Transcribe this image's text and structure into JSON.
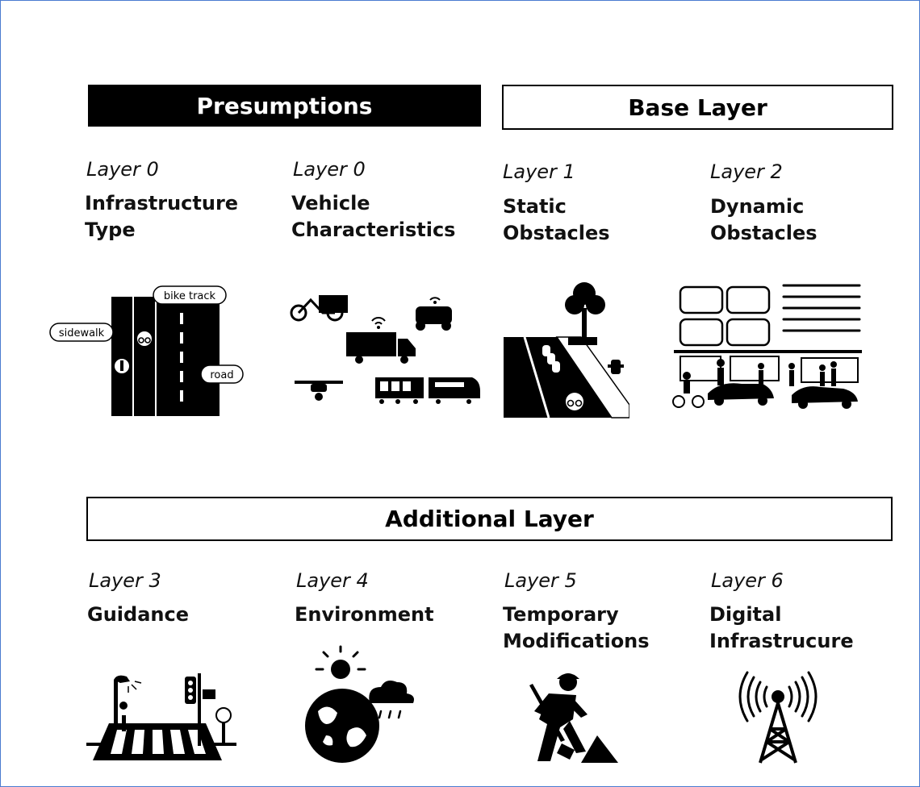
{
  "sections": {
    "presumptions": "Presumptions",
    "base_layer": "Base Layer",
    "additional_layer": "Additional Layer"
  },
  "layers": [
    {
      "label": "Layer 0",
      "title_lines": [
        "Infrastructure",
        "Type"
      ],
      "icon": "road-lanes-icon"
    },
    {
      "label": "Layer 0",
      "title_lines": [
        "Vehicle",
        "Characteristics"
      ],
      "icon": "vehicles-icon"
    },
    {
      "label": "Layer 1",
      "title_lines": [
        "Static",
        "Obstacles"
      ],
      "icon": "static-obstacles-icon"
    },
    {
      "label": "Layer 2",
      "title_lines": [
        "Dynamic",
        "Obstacles"
      ],
      "icon": "dynamic-obstacles-icon"
    },
    {
      "label": "Layer 3",
      "title_lines": [
        "Guidance"
      ],
      "icon": "guidance-icon"
    },
    {
      "label": "Layer 4",
      "title_lines": [
        "Environment"
      ],
      "icon": "environment-icon"
    },
    {
      "label": "Layer 5",
      "title_lines": [
        "Temporary",
        "Modifications"
      ],
      "icon": "construction-worker-icon"
    },
    {
      "label": "Layer 6",
      "title_lines": [
        "Digital",
        "Infrastrucure"
      ],
      "icon": "radio-tower-icon"
    }
  ],
  "road_callouts": {
    "bike_track": "bike track",
    "sidewalk": "sidewalk",
    "road": "road"
  },
  "colors": {
    "ink": "#000000",
    "frame": "#4a7bd0"
  }
}
